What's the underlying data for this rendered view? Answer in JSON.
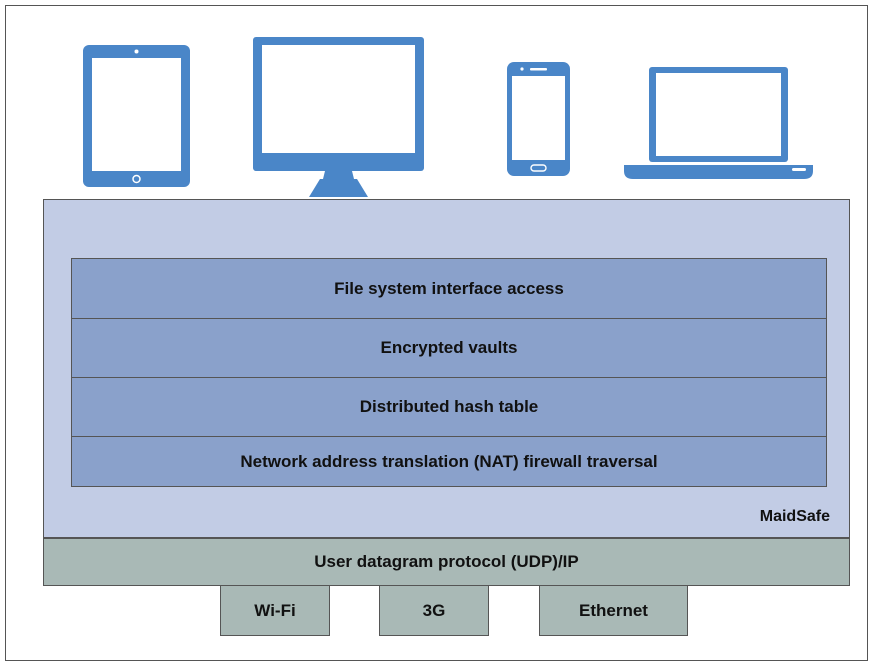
{
  "colors": {
    "device_blue": "#4a86c8",
    "maidsafe_bg": "#c2cce5",
    "layer_bg": "#8aa1cb",
    "transport_bg": "#a9b9b6",
    "border": "#555555"
  },
  "devices": [
    {
      "name": "tablet",
      "icon": "tablet-icon"
    },
    {
      "name": "desktop-monitor",
      "icon": "monitor-icon"
    },
    {
      "name": "smartphone",
      "icon": "smartphone-icon"
    },
    {
      "name": "laptop",
      "icon": "laptop-icon"
    }
  ],
  "maidsafe": {
    "label": "MaidSafe",
    "layers": [
      "File system interface access",
      "Encrypted vaults",
      "Distributed hash table",
      "Network address translation (NAT) firewall traversal"
    ]
  },
  "transport": {
    "label": "User datagram protocol (UDP)/IP"
  },
  "networks": [
    "Wi-Fi",
    "3G",
    "Ethernet"
  ]
}
